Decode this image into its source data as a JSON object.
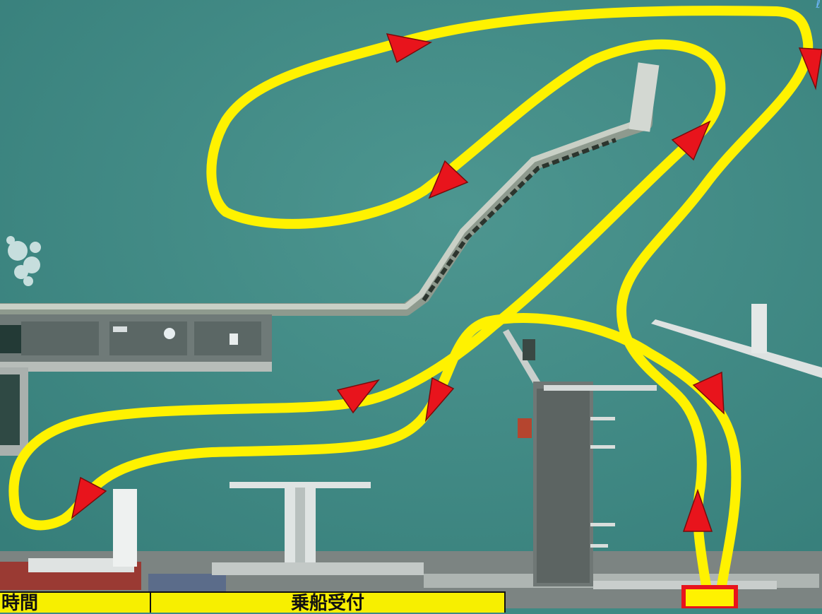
{
  "map": {
    "course_color": "#fff200",
    "arrow_color": "#e8141c",
    "start_marker_color": "#e8141c"
  },
  "legend": {
    "time_header": "時間",
    "boarding_header": "乗船受付"
  },
  "corner_glyph": "ℓ"
}
